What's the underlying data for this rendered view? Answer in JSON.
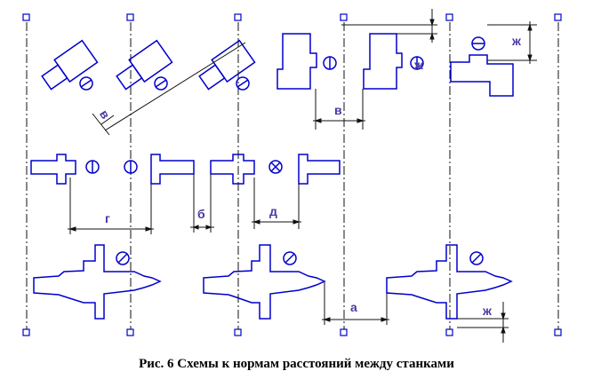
{
  "caption": "Рис. 6 Схемы к нормам расстояний между станками",
  "dimension_labels": {
    "a": "а",
    "b": "б",
    "v": "в",
    "g": "г",
    "d": "д",
    "zh": "ж"
  },
  "colors": {
    "machine_outline": "#0000cc",
    "axis_line": "#111111",
    "label_text": "#4a3aa0"
  }
}
